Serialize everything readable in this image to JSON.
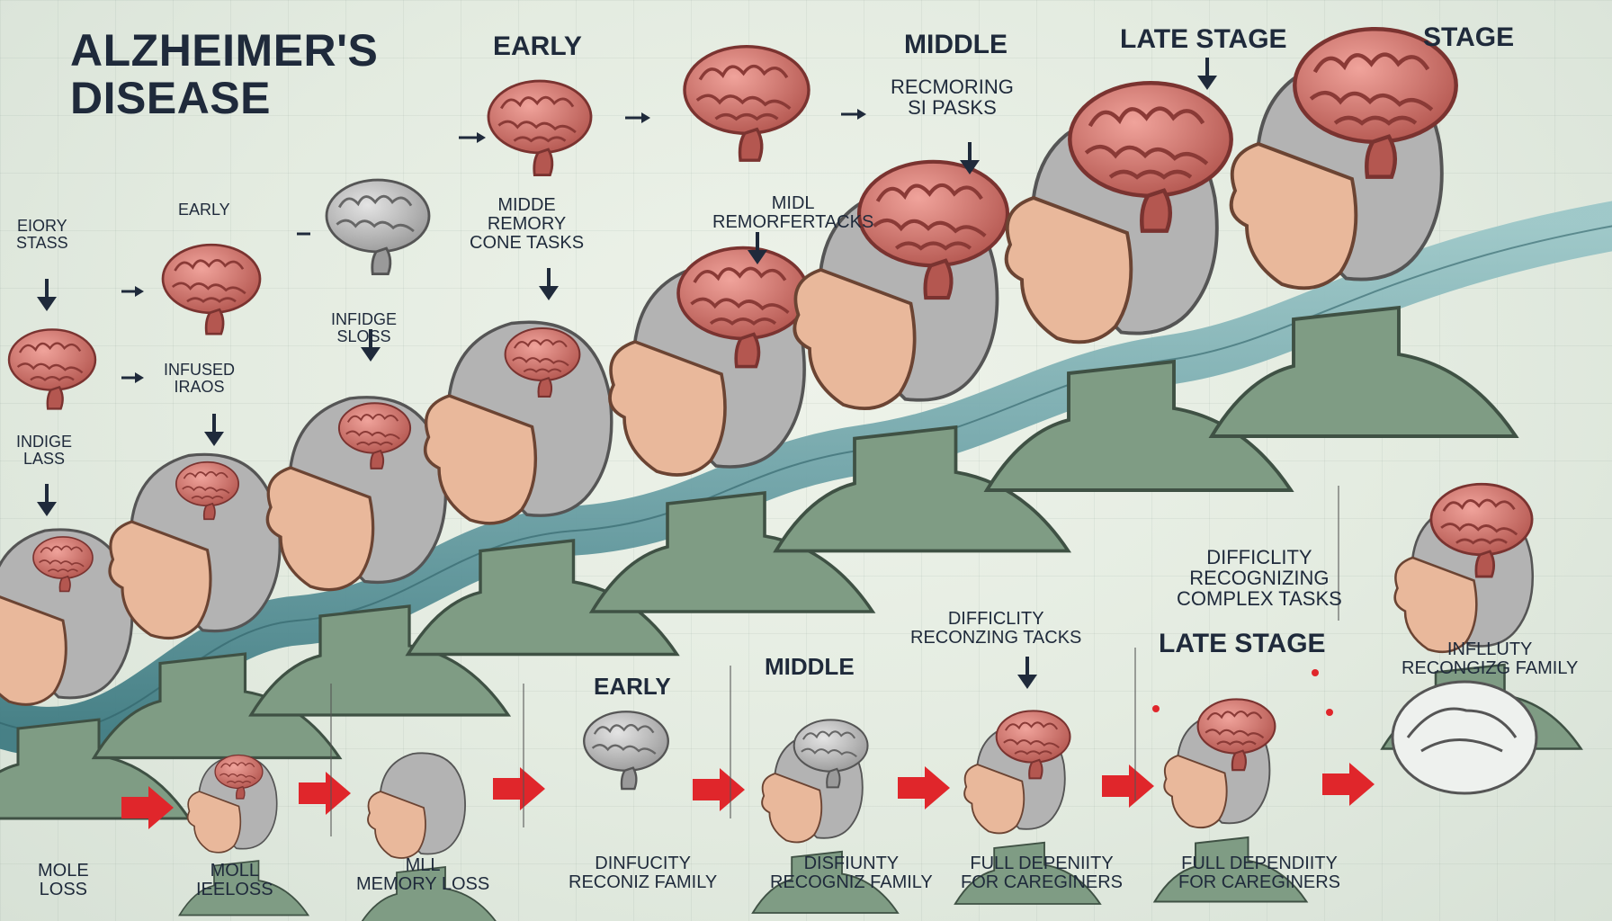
{
  "title": {
    "line1": "ALZHEIMER'S",
    "line2": "DISEASE"
  },
  "top_headings": {
    "early": "EARLY",
    "middle": "MIDDLE",
    "late_stage": "LATE STAGE",
    "stage": "STAGE"
  },
  "labels": {
    "recmoring_1": "RECMORING",
    "recmoring_2": "SI PASKS",
    "eiory_1": "EIORY",
    "eiory_2": "STASS",
    "early_small": "EARLY",
    "midl_1": "MIDL",
    "midl_2": "REMORFERTACKS",
    "midde_1": "MIDDE",
    "midde_2": "REMORY",
    "midde_3": "CONE TASKS",
    "infidge_1": "INFIDGE",
    "infidge_2": "SLOSS",
    "infused_1": "INFUSED",
    "infused_2": "IRAOS",
    "indige_1": "INDIGE",
    "indige_2": "LASS",
    "difficulty_complex_1": "DIFFICLITY",
    "difficulty_complex_2": "RECOGNIZING",
    "difficulty_complex_3": "COMPLEX TASKS",
    "difficulty_tacks_1": "DIFFICLITY",
    "difficulty_tacks_2": "RECONZING TACKS",
    "early_bottom": "EARLY",
    "middle_bottom": "MIDDLE",
    "late_stage_bottom": "LATE STAGE",
    "inflluty_1": "INFLLUTY",
    "inflluty_2": "RECONGIZG FAMILY"
  },
  "bottom_captions": {
    "c1_1": "MOLE",
    "c1_2": "LOSS",
    "c2_1": "MOLL",
    "c2_2": "IEELOSS",
    "c3_1": "MLL",
    "c3_2": "MEMORY LOSS",
    "c4_1": "DINFUCITY",
    "c4_2": "RECONIZ FAMILY",
    "c5_1": "DISFIUNTY",
    "c5_2": "RECOGNIZ FAMILY",
    "c6_1": "FULL DEPENIITY",
    "c6_2": "FOR CAREGINERS",
    "c7_1": "FULL DEPENDIITY",
    "c7_2": "FOR CAREGINERS"
  },
  "colors": {
    "text": "#1f2a3b",
    "brain": "#d9766f",
    "brain_dark": "#a94b47",
    "ribbon": "#6fa3a8",
    "shirt": "#7f9c84",
    "hair": "#9a9a9a",
    "skin": "#e9b89b",
    "arrow_red": "#e0262b"
  }
}
